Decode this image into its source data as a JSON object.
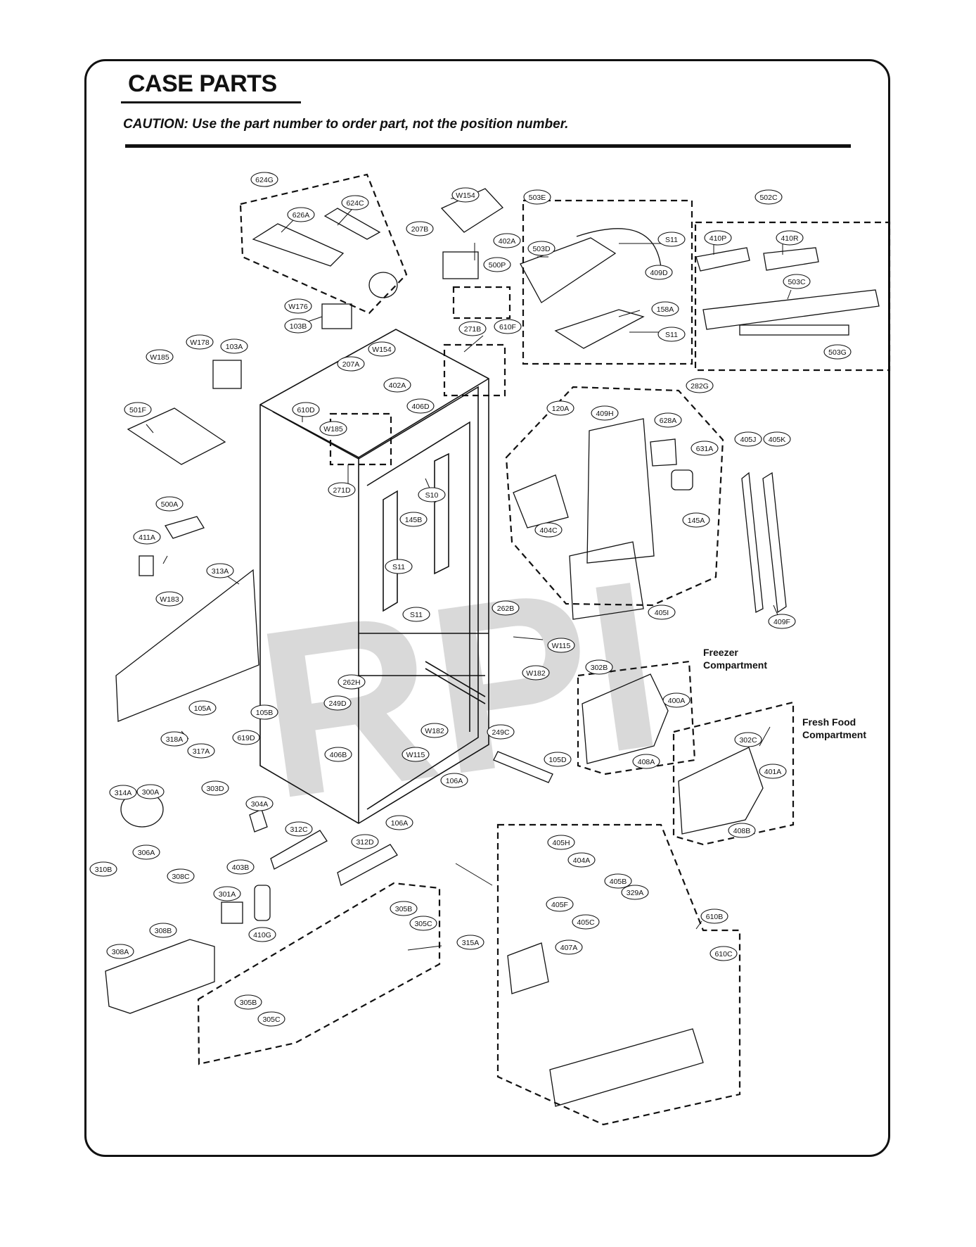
{
  "header": {
    "title": "CASE PARTS",
    "caution": "CAUTION: Use the part number to order part, not the position number."
  },
  "watermark": "RPI",
  "notes": {
    "freezer_line1": "Freezer",
    "freezer_line2": "Compartment",
    "fresh_line1": "Fresh Food",
    "fresh_line2": "Compartment"
  },
  "callouts": [
    "624G",
    "626A",
    "624C",
    "W154",
    "207B",
    "402A",
    "500P",
    "503E",
    "503D",
    "S11",
    "409D",
    "158A",
    "S11",
    "502C",
    "410P",
    "410R",
    "503C",
    "503G",
    "W176",
    "103B",
    "610F",
    "271B",
    "W154",
    "W178",
    "103A",
    "W185",
    "207A",
    "402A",
    "501F",
    "610D",
    "W185",
    "406D",
    "271D",
    "S10",
    "120A",
    "409H",
    "628A",
    "282G",
    "631A",
    "405J",
    "405K",
    "500A",
    "145B",
    "411A",
    "313A",
    "W183",
    "S11",
    "S11",
    "404C",
    "145A",
    "405I",
    "409F",
    "262B",
    "W115",
    "W182",
    "262H",
    "302B",
    "400A",
    "105A",
    "105B",
    "249D",
    "W182",
    "249C",
    "619D",
    "318A",
    "317A",
    "406B",
    "W115",
    "302C",
    "401A",
    "105D",
    "106A",
    "314A",
    "300A",
    "303D",
    "304A",
    "312C",
    "408A",
    "408B",
    "106A",
    "310B",
    "306A",
    "312D",
    "308C",
    "403B",
    "405H",
    "404A",
    "405B",
    "329A",
    "405F",
    "405C",
    "301A",
    "410G",
    "308B",
    "305B",
    "305C",
    "315A",
    "610B",
    "610C",
    "407A",
    "308A",
    "305B",
    "305C"
  ]
}
